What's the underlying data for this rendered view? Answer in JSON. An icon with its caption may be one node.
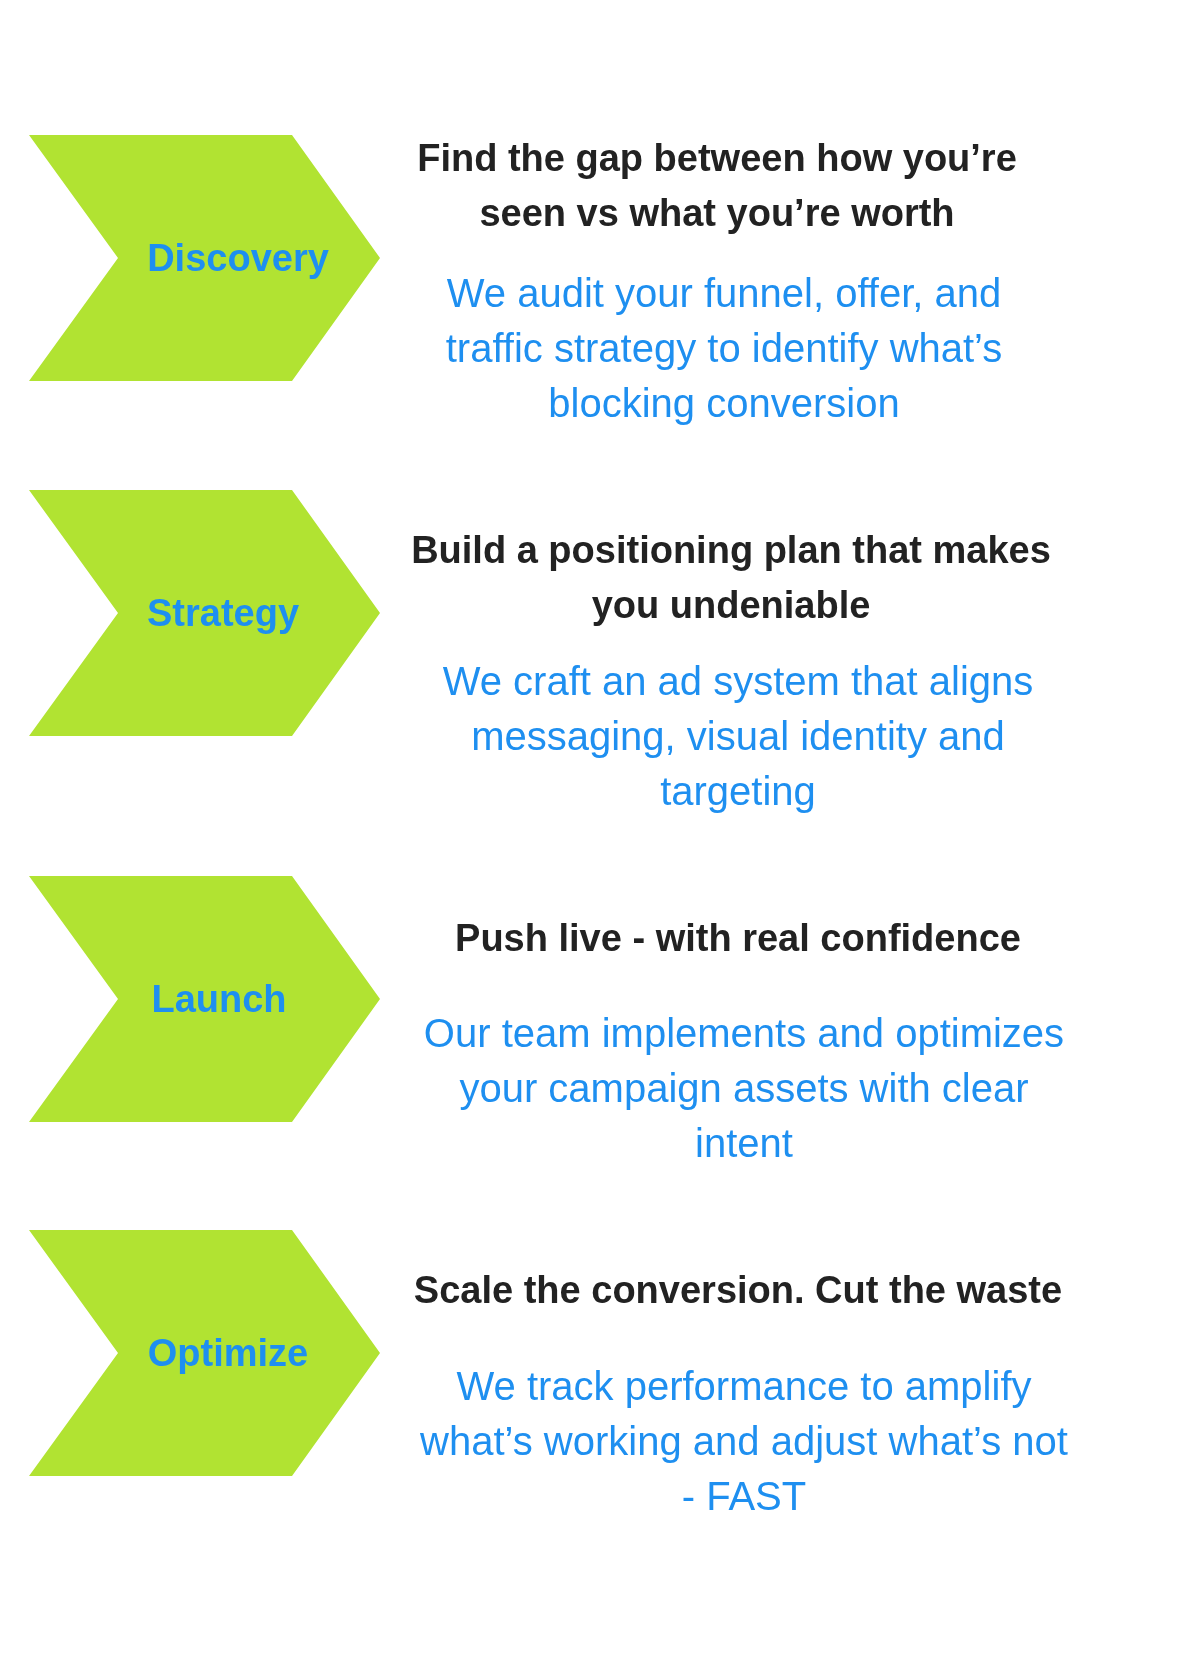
{
  "diagram": {
    "nodes": [
      {
        "text": [
          "Discovery"
        ],
        "beside": [
          "Find the gap between how you’re seen vs what you’re worth",
          "We audit your funnel, offer, and traffic strategy to identify what’s blocking conversion"
        ]
      },
      {
        "text": [
          "Strategy"
        ],
        "beside": [
          "Build a positioning plan that makes you undeniable",
          "We craft an ad system that aligns messaging, visual identity and targeting"
        ]
      },
      {
        "text": [
          "Launch"
        ],
        "beside": [
          "Push live - with real confidence",
          "Our team implements and optimizes your campaign assets with clear intent"
        ]
      },
      {
        "text": [
          "Optimize"
        ],
        "beside": [
          "Scale the conversion. Cut the waste",
          "We track performance to amplify what’s working and adjust what’s not - FAST"
        ]
      }
    ]
  }
}
